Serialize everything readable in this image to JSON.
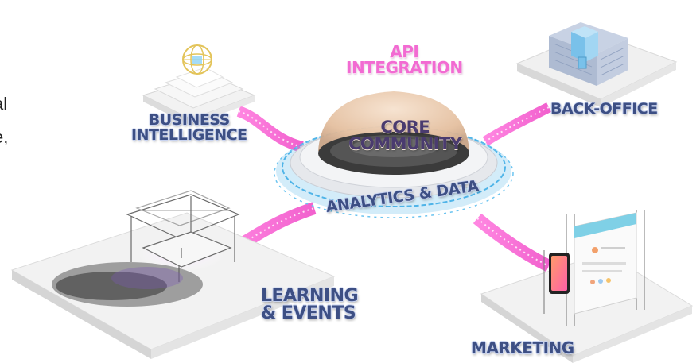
{
  "cut_text": [
    "al",
    "e,"
  ],
  "labels": {
    "api": "API\nINTEGRATION",
    "bi": "BUSINESS\nINTELLIGENCE",
    "backoffice": "BACK-OFFICE",
    "core": "CORE\nCOMMUNITY",
    "analytics": "ANALYTICS & DATA",
    "learning": "LEARNING\n& EVENTS",
    "marketing": "MARKETING"
  },
  "colors": {
    "navy_label": "#3d4f84",
    "pink_label": "#f26bd2",
    "connector": "#ff5fd8",
    "ring": "#4fb4e8",
    "platform": "#eeeeee"
  }
}
